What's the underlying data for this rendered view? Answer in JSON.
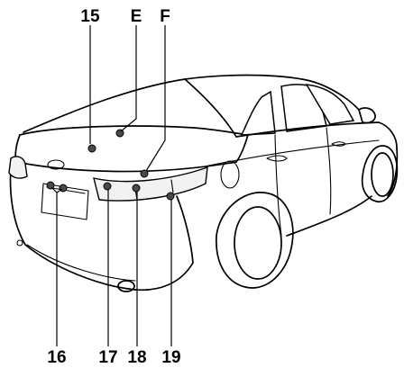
{
  "figure": {
    "callouts": {
      "c15": "15",
      "cE": "E",
      "cF": "F",
      "c16": "16",
      "c17": "17",
      "c18": "18",
      "c19": "19"
    }
  }
}
